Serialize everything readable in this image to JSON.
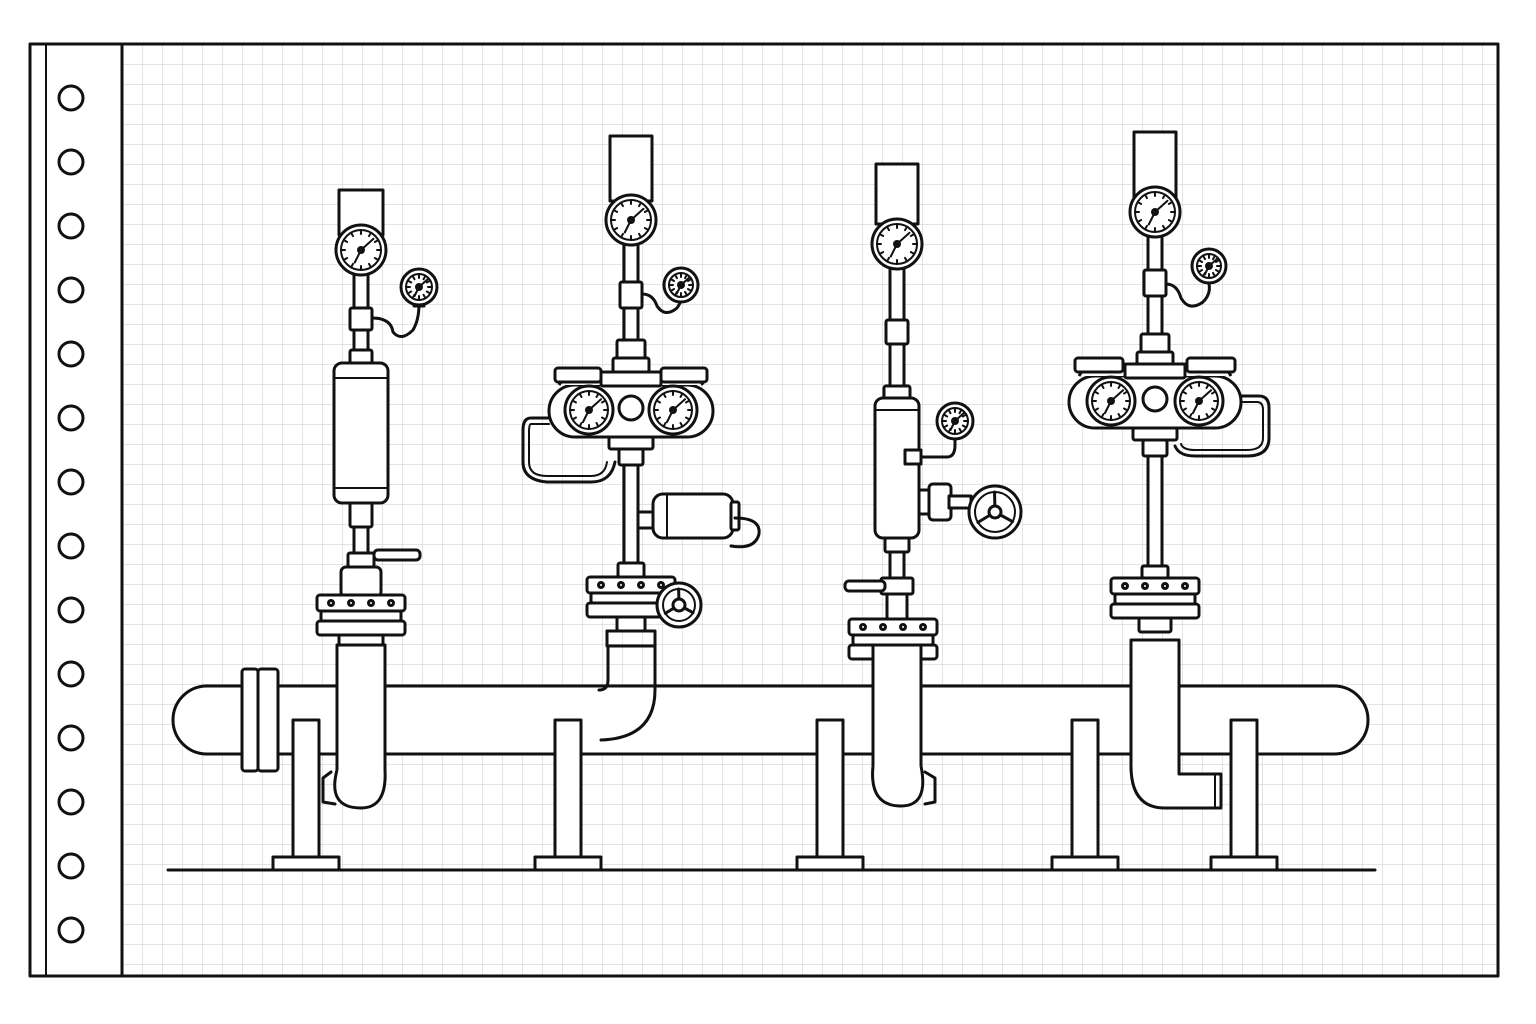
{
  "sheet": {
    "style": "grid-paper",
    "binding_holes": 14,
    "grid_color": "#c8c8c8",
    "ink_color": "#111111"
  },
  "header_pipe": {
    "flange_at_left": true,
    "supports": 5
  },
  "risers": [
    {
      "name": "riser-1",
      "top_gauge": true,
      "side_gauge": true,
      "body": "filter-canister",
      "lever_valve": true,
      "bottom_elbow": true
    },
    {
      "name": "riser-2",
      "top_gauge": true,
      "side_gauge": true,
      "body": "manifold-twin-gauges",
      "actuator": true,
      "handwheel_valve": true,
      "bottom_bend": "into-header-top"
    },
    {
      "name": "riser-3",
      "top_gauge": true,
      "side_gauge": true,
      "body": "canister",
      "handwheel_valve": true,
      "lever_valve": true,
      "bottom_elbow": true
    },
    {
      "name": "riser-4",
      "top_gauge": true,
      "side_gauge": true,
      "body": "manifold-twin-gauges",
      "bottom_elbow": true
    }
  ],
  "icons": {
    "gauge": "pressure-gauge-icon",
    "handwheel": "handwheel-icon",
    "lever": "lever-valve-icon"
  }
}
